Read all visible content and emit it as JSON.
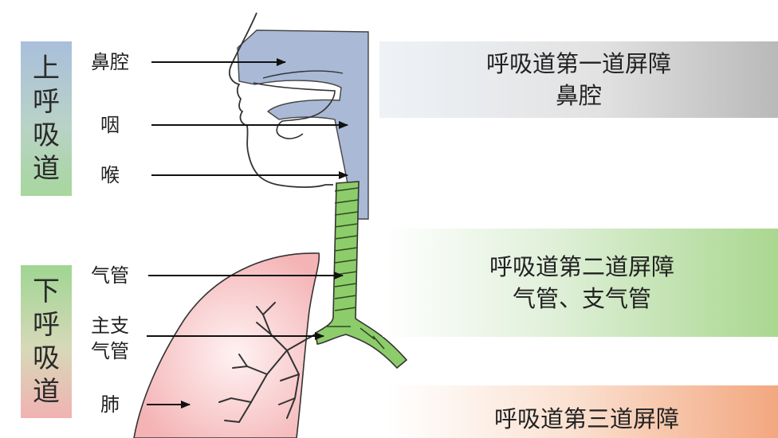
{
  "upper_tract": {
    "chars": [
      "上",
      "呼",
      "吸",
      "道"
    ]
  },
  "lower_tract": {
    "chars": [
      "下",
      "呼",
      "吸",
      "道"
    ]
  },
  "labels": {
    "nasal_cavity": "鼻腔",
    "pharynx": "咽",
    "larynx": "喉",
    "trachea": "气管",
    "main_bronchus_1": "主支",
    "main_bronchus_2": "气管",
    "lung": "肺"
  },
  "barriers": {
    "first": {
      "title": "呼吸道第一道屏障",
      "detail": "鼻腔"
    },
    "second": {
      "title": "呼吸道第二道屏障",
      "detail": "气管、支气管"
    },
    "third": {
      "title": "呼吸道第三道屏障"
    }
  },
  "colors": {
    "upper_airway": "#a9b9d6",
    "trachea": "#8dcc6a",
    "lung": "#f4b4b6"
  }
}
